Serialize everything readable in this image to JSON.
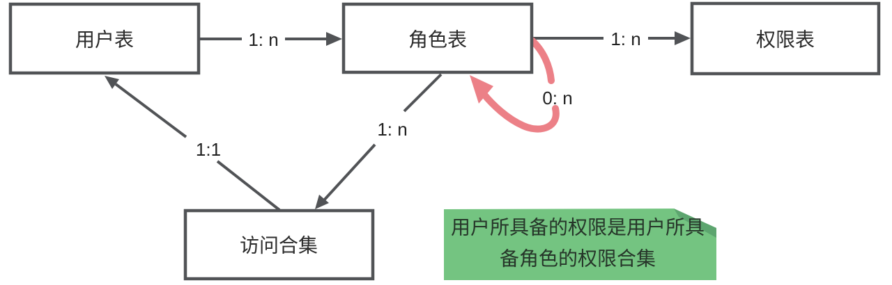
{
  "diagram": {
    "nodes": [
      {
        "id": "user-table",
        "label": "用户表"
      },
      {
        "id": "role-table",
        "label": "角色表"
      },
      {
        "id": "permission-table",
        "label": "权限表"
      },
      {
        "id": "access-collection",
        "label": "访问合集"
      }
    ],
    "edges": [
      {
        "from": "用户表",
        "to": "角色表",
        "label": "1: n",
        "color": "#515356",
        "style": "straight-arrow"
      },
      {
        "from": "角色表",
        "to": "权限表",
        "label": "1: n",
        "color": "#515356",
        "style": "straight-arrow"
      },
      {
        "from": "角色表",
        "to": "角色表",
        "label": "0: n",
        "color": "#EC8087",
        "style": "curved-self-loop"
      },
      {
        "from": "角色表",
        "to": "访问合集",
        "label": "1: n",
        "color": "#515356",
        "style": "diagonal-arrow"
      },
      {
        "from": "访问合集",
        "to": "用户表",
        "label": "1:1",
        "color": "#515356",
        "style": "diagonal-arrow"
      }
    ],
    "note": {
      "line1": "用户所具备的权限是用户所具",
      "line2": "备角色的权限合集",
      "fill": "#74C481",
      "fold_fill": "#5DA56F",
      "text_color": "#263529"
    },
    "colors": {
      "line": "#515356",
      "loop_pink": "#EC8087",
      "label_text": "#212121",
      "box_fill": "#FFFFFF"
    }
  }
}
